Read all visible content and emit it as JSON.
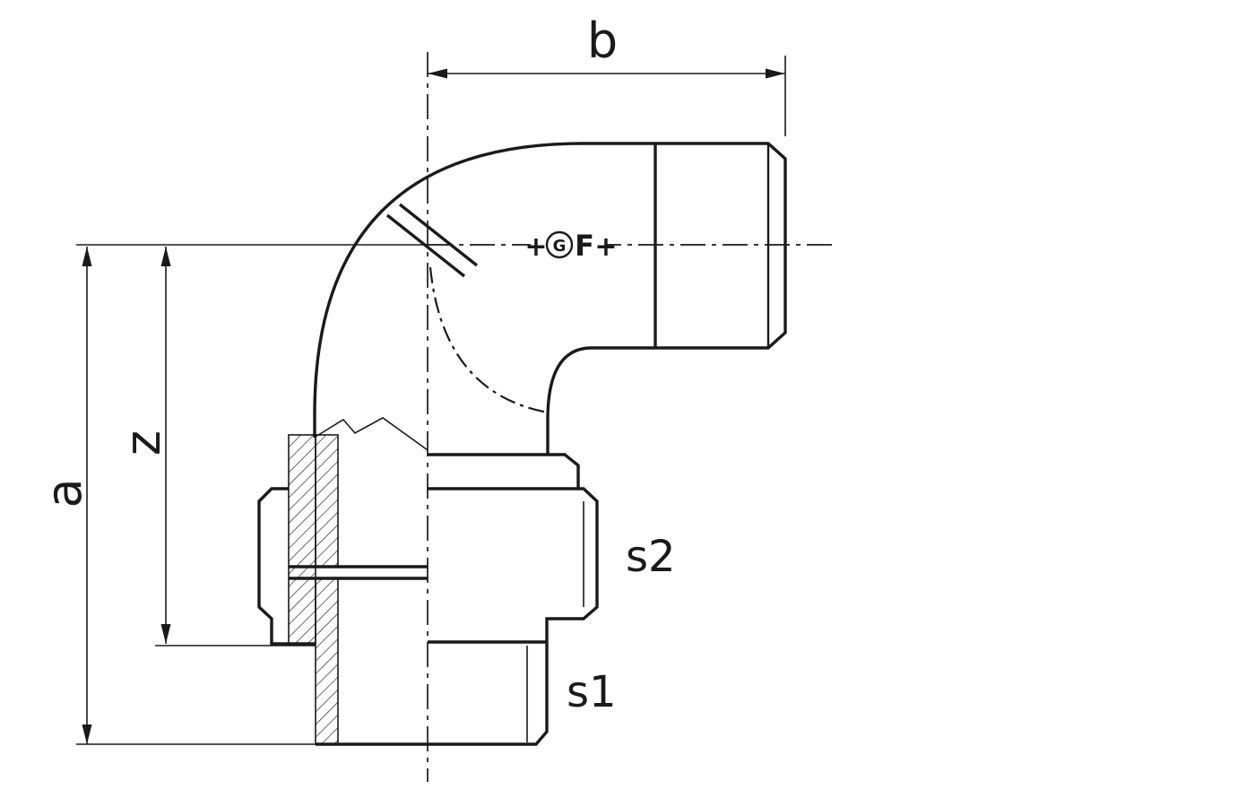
{
  "drawing": {
    "dimension_labels": {
      "b": "b",
      "a": "a",
      "z": "z"
    },
    "size_labels": {
      "s1": "s1",
      "s2": "s2"
    },
    "manufacturer_mark": {
      "plus_left": "+",
      "letter_g": "G",
      "letter_f": "F",
      "plus_right": "+"
    },
    "colors": {
      "line": "#1a1a1a",
      "background": "#ffffff"
    }
  }
}
